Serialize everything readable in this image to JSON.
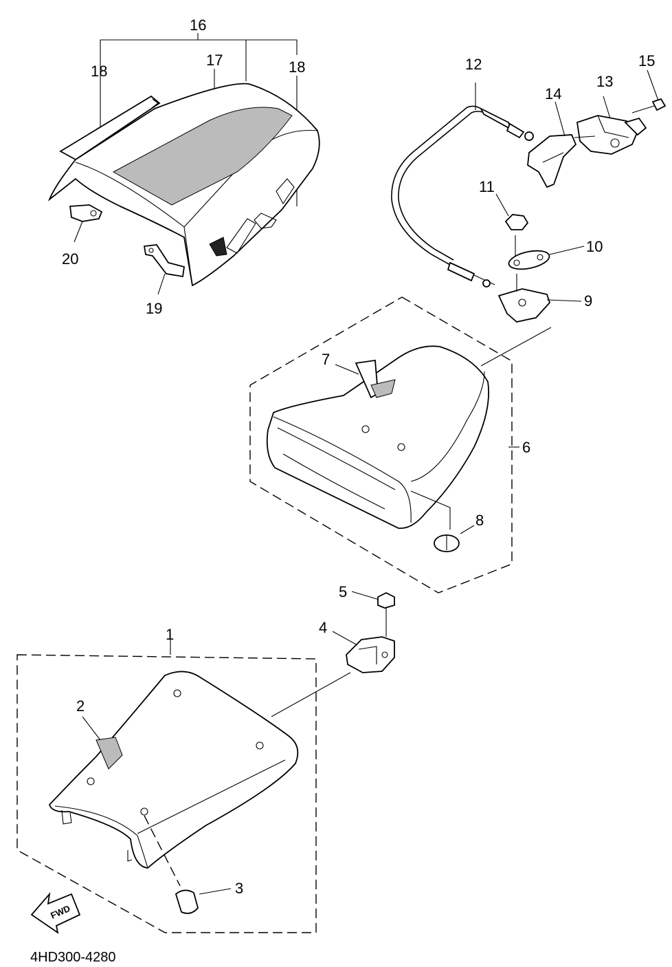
{
  "diagram": {
    "part_code": "4HD300-4280",
    "fwd_label": "FWD",
    "callouts": [
      "1",
      "2",
      "3",
      "4",
      "5",
      "6",
      "7",
      "8",
      "9",
      "10",
      "11",
      "12",
      "13",
      "14",
      "15",
      "16",
      "17",
      "18",
      "18",
      "19",
      "20"
    ]
  }
}
